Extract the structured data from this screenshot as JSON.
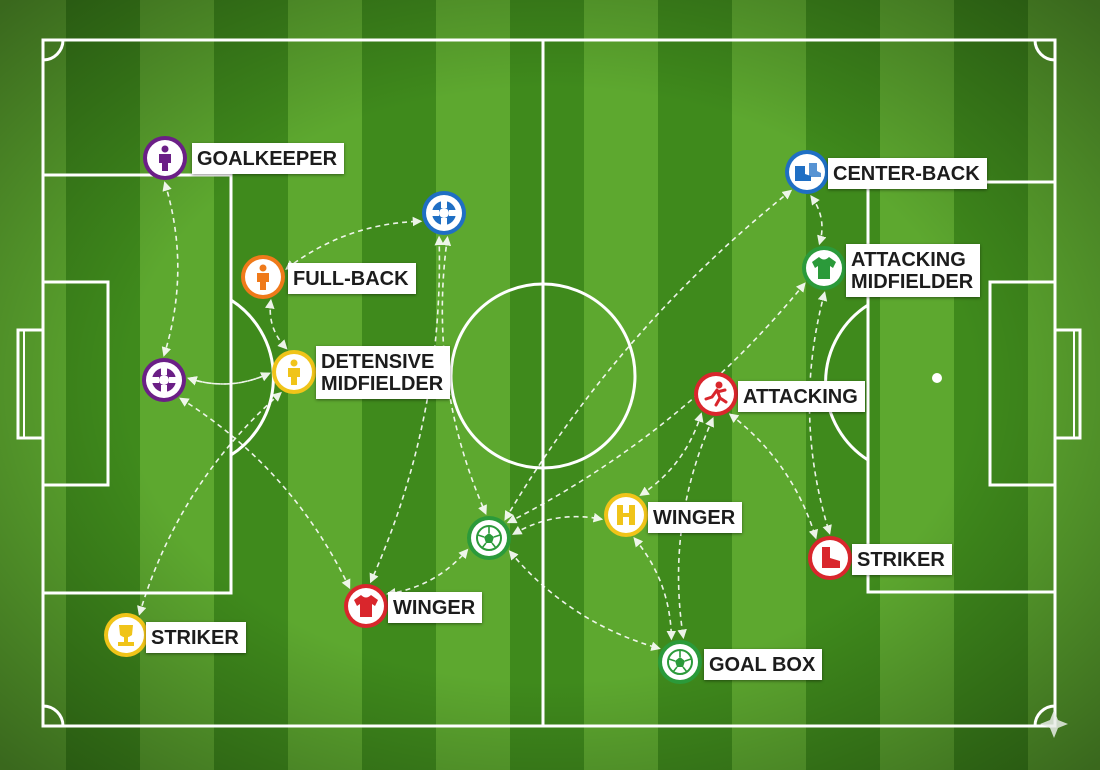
{
  "colors": {
    "stripe_light": "#5da82f",
    "stripe_dark": "#3f8a1c",
    "line": "#ffffff",
    "purple": "#6b1f86",
    "blue": "#1f6fc4",
    "orange": "#ef7a1a",
    "yellow": "#f0c419",
    "red": "#d9262c",
    "green": "#2b9a3a"
  },
  "players": [
    {
      "id": "goalkeeper",
      "label_lines": [
        "GOALKEEPER"
      ],
      "color": "purple",
      "icon": "person-icon"
    },
    {
      "id": "purple-defender",
      "label_lines": [],
      "color": "purple",
      "icon": "lifebuoy-icon"
    },
    {
      "id": "blue-top",
      "label_lines": [],
      "color": "blue",
      "icon": "lifebuoy-icon"
    },
    {
      "id": "full-back",
      "label_lines": [
        "FULL-BACK"
      ],
      "color": "orange",
      "icon": "person-icon"
    },
    {
      "id": "defensive-mid",
      "label_lines": [
        "DETENSIVE",
        "MIDFIELDER"
      ],
      "color": "yellow",
      "icon": "person-icon"
    },
    {
      "id": "striker-left",
      "label_lines": [
        "STRIKER"
      ],
      "color": "yellow",
      "icon": "trophy-icon"
    },
    {
      "id": "winger-left",
      "label_lines": [
        "WINGER"
      ],
      "color": "red",
      "icon": "jersey-icon"
    },
    {
      "id": "ball-center",
      "label_lines": [],
      "color": "green",
      "icon": "soccer-ball-icon"
    },
    {
      "id": "winger-right",
      "label_lines": [
        "WINGER"
      ],
      "color": "yellow",
      "icon": "h-icon"
    },
    {
      "id": "goal-box",
      "label_lines": [
        "GOAL BOX"
      ],
      "color": "green",
      "icon": "soccer-ball-icon"
    },
    {
      "id": "center-back",
      "label_lines": [
        "CENTER-BACK"
      ],
      "color": "blue",
      "icon": "boots-icon"
    },
    {
      "id": "attacking-mid",
      "label_lines": [
        "ATTACKING",
        "MIDFIELDER"
      ],
      "color": "green",
      "icon": "jersey-icon"
    },
    {
      "id": "attacking",
      "label_lines": [
        "ATTACKING"
      ],
      "color": "red",
      "icon": "runner-icon"
    },
    {
      "id": "striker-right",
      "label_lines": [
        "STRIKER"
      ],
      "color": "red",
      "icon": "boot-icon"
    }
  ],
  "connections": [
    [
      "goalkeeper",
      "purple-defender"
    ],
    [
      "purple-defender",
      "defensive-mid"
    ],
    [
      "defensive-mid",
      "purple-defender"
    ],
    [
      "full-back",
      "defensive-mid"
    ],
    [
      "full-back",
      "blue-top"
    ],
    [
      "blue-top",
      "ball-center"
    ],
    [
      "blue-top",
      "winger-left"
    ],
    [
      "defensive-mid",
      "striker-left"
    ],
    [
      "purple-defender",
      "winger-left"
    ],
    [
      "winger-left",
      "ball-center"
    ],
    [
      "ball-center",
      "winger-right"
    ],
    [
      "ball-center",
      "goal-box"
    ],
    [
      "winger-right",
      "goal-box"
    ],
    [
      "winger-right",
      "attacking"
    ],
    [
      "attacking",
      "striker-right"
    ],
    [
      "attacking",
      "goal-box"
    ],
    [
      "center-back",
      "attacking-mid"
    ],
    [
      "center-back",
      "ball-center"
    ],
    [
      "attacking-mid",
      "ball-center"
    ],
    [
      "attacking-mid",
      "striker-right"
    ]
  ]
}
